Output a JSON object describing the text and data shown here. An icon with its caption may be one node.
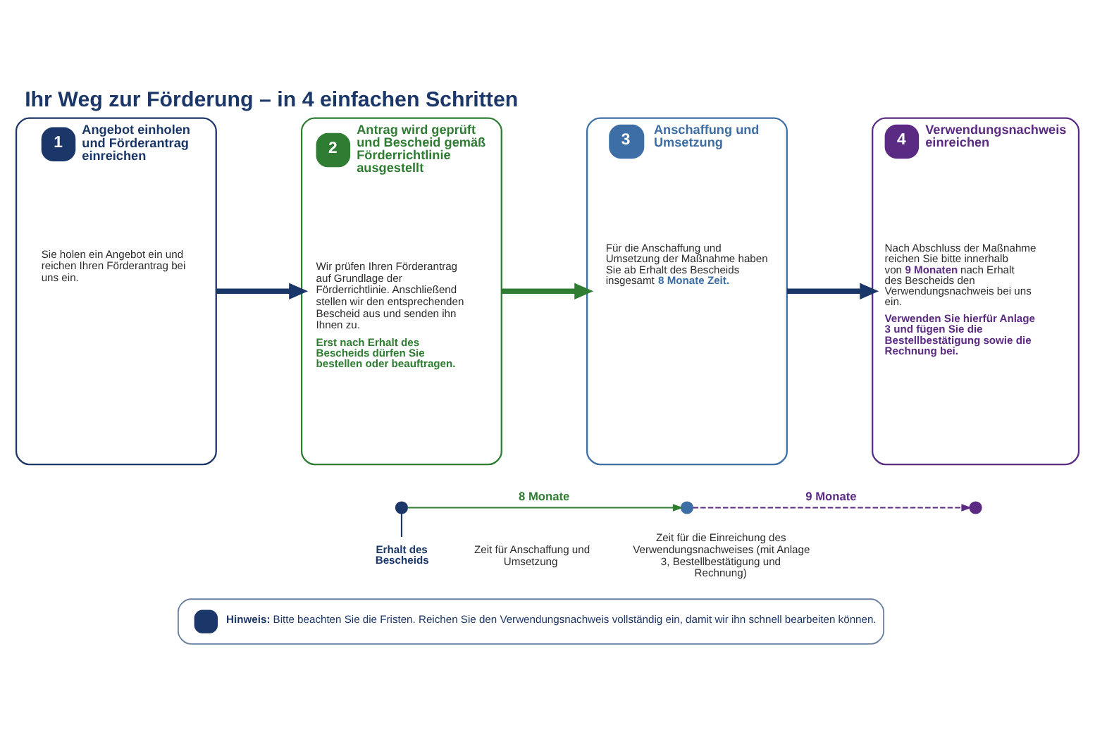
{
  "diagram": {
    "title": "Ihr Weg zur Förderung – in 4 einfachen Schritten",
    "nodes": [
      {
        "text": [
          "1",
          "Angebot einholen und Förderantrag einreichen",
          "Sie holen ein Angebot ein und reichen Ihren Förderantrag bei uns ein."
        ]
      },
      {
        "text": [
          "2",
          "Antrag wird geprüft und Bescheid gemäß Förderrichtlinie ausgestellt",
          "Wir prüfen Ihren Förderantrag auf Grundlage der Förderrichtlinie. Anschließend stellen wir den entsprechenden Bescheid aus und senden ihn Ihnen zu.",
          "Erst nach Erhalt des Bescheids dürfen Sie bestellen oder beauftragen."
        ]
      },
      {
        "text": [
          "3",
          "Anschaffung und Umsetzung",
          "Für die Anschaffung und Umsetzung der Maßnahme haben Sie ab Erhalt des Bescheids insgesamt **8 Monate Zeit.**"
        ]
      },
      {
        "text": [
          "4",
          "Verwendungsnachweis einreichen",
          "Nach Abschluss der Maßnahme reichen Sie bitte innerhalb von **9 Monaten** nach Erhalt des Bescheids den Verwendungsnachweis bei uns ein.",
          "Verwenden Sie hierfür Anlage 3 und fügen Sie die Bestellbestätigung sowie die Rechnung bei."
        ]
      },
      {
        "text": [],
        "shape": "circle"
      },
      {
        "text": [],
        "shape": "circle"
      },
      {
        "text": [],
        "shape": "circle"
      },
      {
        "text": [
          "Erhalt des Bescheids"
        ]
      },
      {
        "text": [
          "**Hinweis:** Bitte beachten Sie die Fristen. Reichen Sie den Verwendungsnachweis vollständig ein, damit wir ihn schnell bearbeiten können."
        ]
      }
    ],
    "edges": [
      {
        "from": 0,
        "to": 1,
        "arrow": "to",
        "style": "thick"
      },
      {
        "from": 1,
        "to": 2,
        "arrow": "to",
        "style": "thick",
        "color": "#2e7d32"
      },
      {
        "from": 2,
        "to": 3,
        "arrow": "to",
        "style": "thick"
      },
      {
        "from": 4,
        "to": 5,
        "arrow": "to",
        "label": "8 Monate",
        "color": "#2e7d32"
      },
      {
        "from": 5,
        "to": 6,
        "arrow": "to",
        "label": "9 Monate",
        "style": "dashed",
        "color": "#5b2a82"
      },
      {
        "from": 4,
        "to": 7,
        "arrow": "none"
      }
    ],
    "labels": [
      "Zeit für Anschaffung und Umsetzung",
      "Zeit für die Einreichung des Verwendungsnachweises (mit Anlage 3, Bestellbestätigung und Rechnung)"
    ]
  }
}
